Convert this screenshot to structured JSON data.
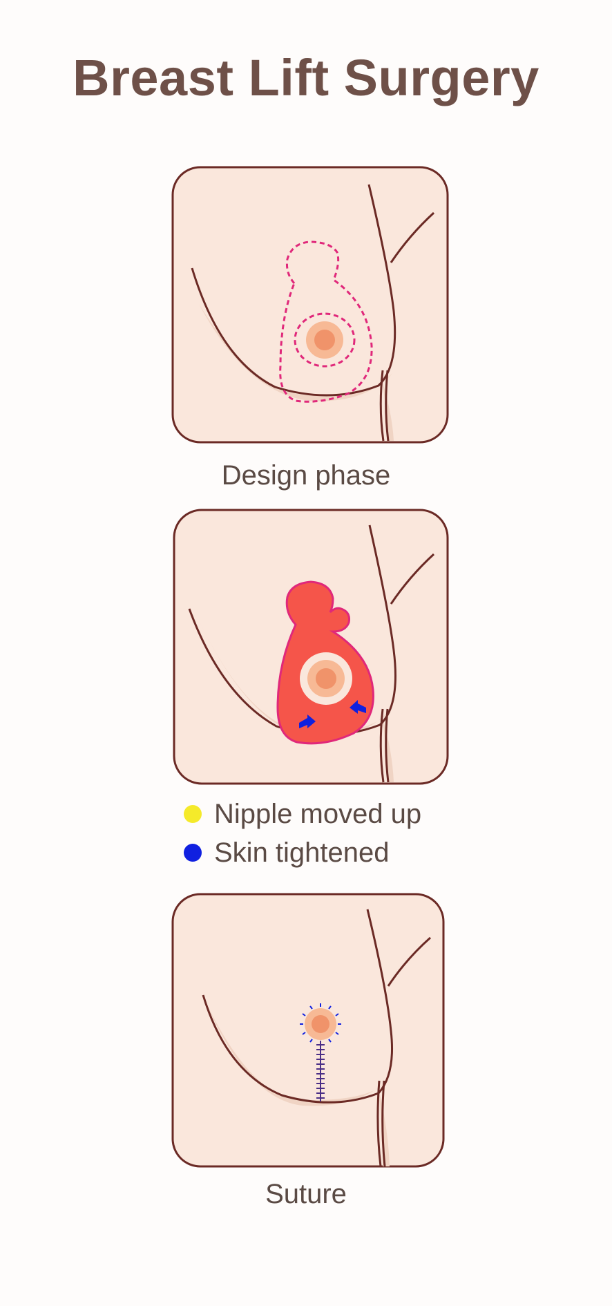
{
  "title": "Breast Lift Surgery",
  "panels": [
    {
      "caption": "Design phase"
    },
    {
      "caption": ""
    },
    {
      "caption": "Suture"
    }
  ],
  "legend": [
    {
      "label": "Nipple moved up",
      "color": "#f5ea2a"
    },
    {
      "label": "Skin tightened",
      "color": "#1020e0"
    }
  ],
  "colors": {
    "skin": "#fae7dc",
    "outline": "#6b2a25",
    "shadow": "#f0d4c4",
    "incision_marking": "#e0287a",
    "excised_area": "#f5554a",
    "areola": "#f7b995",
    "nipple": "#f0936a",
    "arrow": "#1020e0",
    "suture": "#4a2e86"
  }
}
